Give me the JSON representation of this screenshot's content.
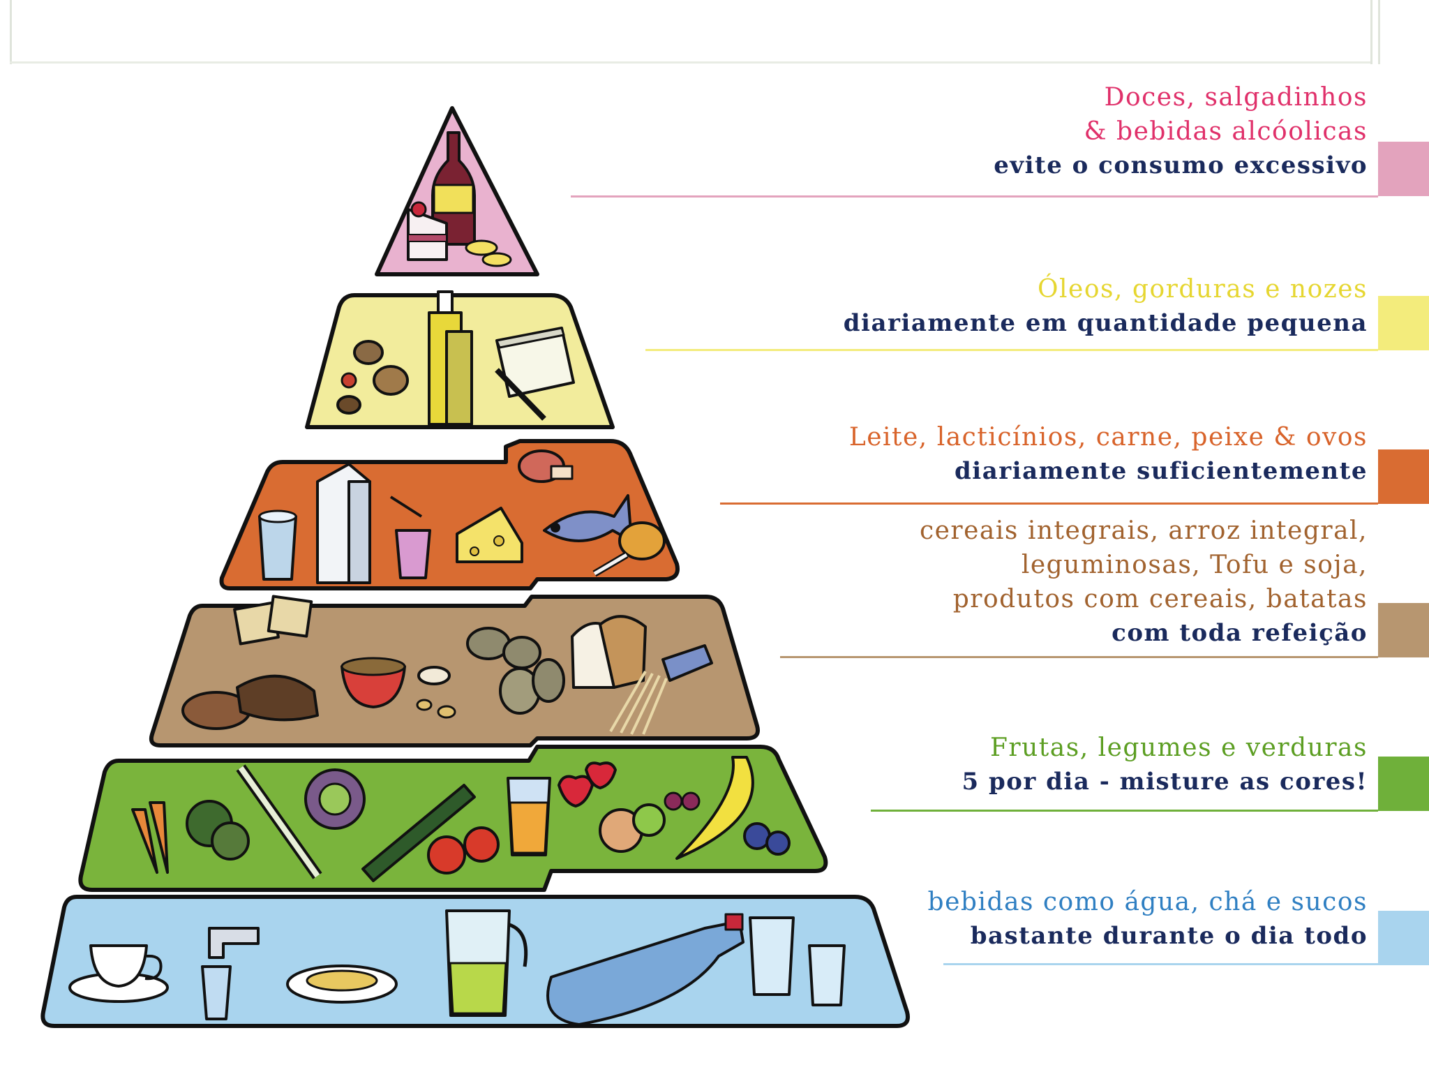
{
  "levels": [
    {
      "title_lines": [
        "Doces, salgadinhos",
        "& bebidas alcóolicas"
      ],
      "advice": "evite o consumo excessivo",
      "title_color": "#e0306a",
      "swatch_color": "#e3a3bd",
      "items": [
        "cake-slice-icon",
        "wine-bottle-icon",
        "chips-icon"
      ]
    },
    {
      "title_lines": [
        "Óleos, gorduras e nozes"
      ],
      "advice": "diariamente em quantidade pequena",
      "title_color": "#e6d630",
      "swatch_color": "#f3ec7c",
      "items": [
        "nuts-icon",
        "oil-bottle-icon",
        "butter-tub-icon"
      ]
    },
    {
      "title_lines": [
        "Leite, lacticínios, carne, peixe & ovos"
      ],
      "advice": "diariamente suficientemente",
      "title_color": "#d8632a",
      "swatch_color": "#d96c32",
      "items": [
        "yogurt-cup-icon",
        "milk-carton-icon",
        "cheese-icon",
        "fish-icon",
        "steak-icon",
        "chicken-leg-icon"
      ]
    },
    {
      "title_lines": [
        "cereais integrais, arroz integral,",
        "leguminosas, Tofu e soja,",
        "produtos com cereais, batatas"
      ],
      "advice": "com toda refeição",
      "title_color": "#a1622e",
      "swatch_color": "#b79670",
      "items": [
        "crackers-icon",
        "bread-loaf-icon",
        "cereal-bowl-icon",
        "mushrooms-icon",
        "potatoes-icon",
        "sliced-bread-icon",
        "pasta-icon"
      ]
    },
    {
      "title_lines": [
        "Frutas, legumes e verduras"
      ],
      "advice": "5 por dia - misture as cores!",
      "title_color": "#5c9e22",
      "swatch_color": "#6fb03a",
      "items": [
        "carrots-icon",
        "broccoli-icon",
        "leek-icon",
        "lettuce-icon",
        "cucumber-icon",
        "tomatoes-icon",
        "juice-glass-icon",
        "strawberries-icon",
        "cherries-icon",
        "apple-icon",
        "banana-icon",
        "plums-icon"
      ]
    },
    {
      "title_lines": [
        "bebidas como água, chá e sucos"
      ],
      "advice": "bastante durante o dia todo",
      "title_color": "#2f7fc2",
      "swatch_color": "#a9d4ee",
      "items": [
        "tea-cup-icon",
        "water-tap-icon",
        "soup-plate-icon",
        "pitcher-icon",
        "water-bottle-icon",
        "water-glasses-icon"
      ]
    }
  ]
}
